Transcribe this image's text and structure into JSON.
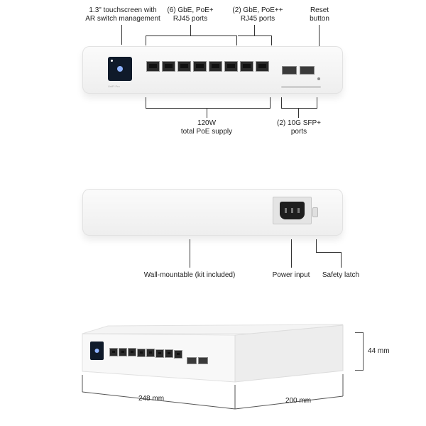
{
  "top": {
    "touchscreen": [
      "1.3\" touchscreen with",
      "AR switch management"
    ],
    "poe_plus": [
      "(6) GbE, PoE+",
      "RJ45 ports"
    ],
    "poe_plusplus": [
      "(2) GbE, PoE++",
      "RJ45 ports"
    ],
    "reset": [
      "Reset",
      "button"
    ],
    "total_poe": [
      "120W",
      "total PoE supply"
    ],
    "sfp": [
      "(2) 10G SFP+",
      "ports"
    ],
    "brand": "UniFi Pro"
  },
  "middle": {
    "wall": "Wall-mountable (kit included)",
    "power": "Power input",
    "latch": "Safety latch"
  },
  "bottom": {
    "height": "44 mm",
    "width": "248 mm",
    "depth": "200 mm"
  }
}
